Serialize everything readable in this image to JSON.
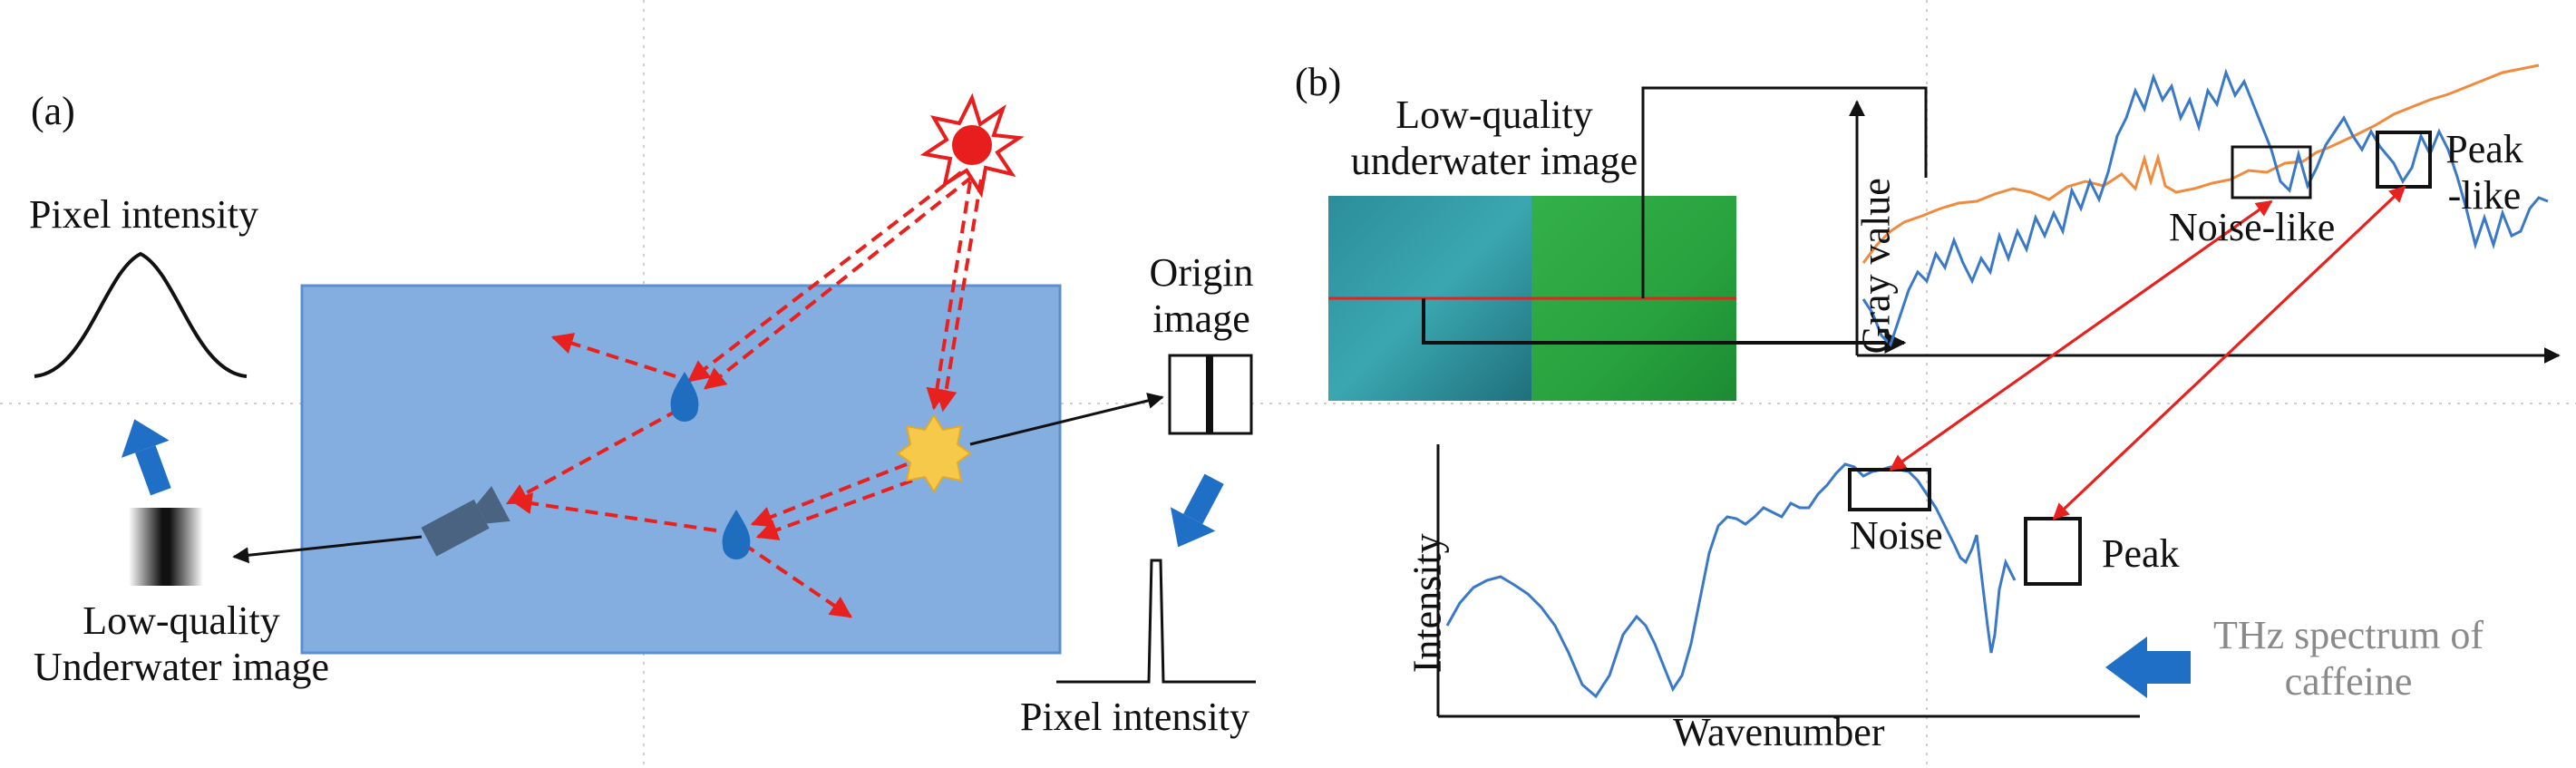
{
  "panel_a": {
    "label": "(a)",
    "pixel_intensity_top": "Pixel intensity",
    "lowq_line1": "Low-quality",
    "lowq_line2": "Underwater image",
    "origin_line1": "Origin",
    "origin_line2": "image",
    "pixel_intensity_bottom": "Pixel intensity"
  },
  "panel_b": {
    "label": "(b)",
    "lowq_line1": "Low-quality",
    "lowq_line2": "underwater image",
    "gray_value": "Gray value",
    "noise_like": "Noise-like",
    "peak_like_1": "Peak",
    "peak_like_2": "-like",
    "noise": "Noise",
    "peak": "Peak",
    "intensity": "Intensity",
    "wavenumber": "Wavenumber",
    "thz_line1": "THz spectrum of",
    "thz_line2": "caffeine"
  },
  "colors": {
    "water": "#84aee0",
    "red_ray": "#e8201e",
    "blue_arrow": "#1f6fc6",
    "curve_blue": "#3a78c8",
    "curve_orange": "#f08a3c",
    "sun": "#e81d1d",
    "star": "#f7c94a",
    "drop": "#1e6dbf",
    "camera": "#4a6380"
  }
}
